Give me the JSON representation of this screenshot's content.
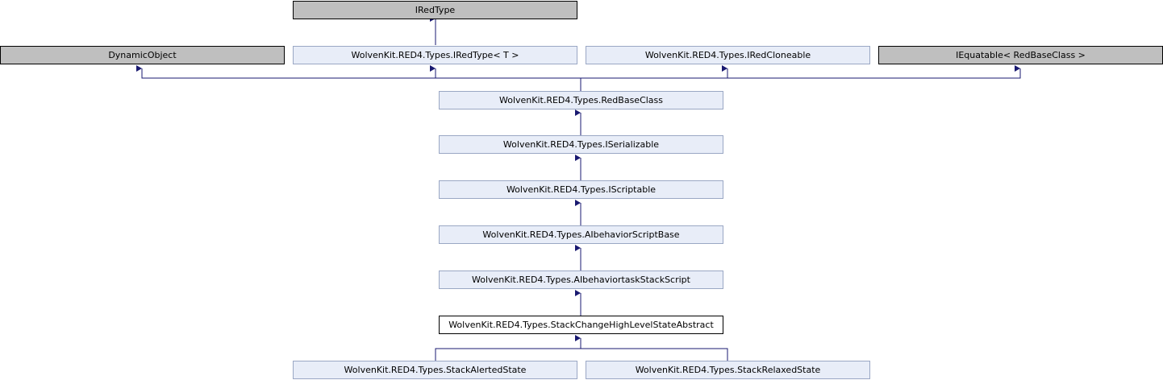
{
  "nodes": {
    "iredtype": "IRedType",
    "dynamic_object": "DynamicObject",
    "iredtype_generic": "WolvenKit.RED4.Types.IRedType< T >",
    "iredcloneable": "WolvenKit.RED4.Types.IRedCloneable",
    "iequatable": "IEquatable< RedBaseClass >",
    "redbaseclass": "WolvenKit.RED4.Types.RedBaseClass",
    "iserializable": "WolvenKit.RED4.Types.ISerializable",
    "iscriptable": "WolvenKit.RED4.Types.IScriptable",
    "aibehavior_script_base": "WolvenKit.RED4.Types.AIbehaviorScriptBase",
    "aibehaviortask_stack_script": "WolvenKit.RED4.Types.AIbehaviortaskStackScript",
    "stack_change": "WolvenKit.RED4.Types.StackChangeHighLevelStateAbstract",
    "stack_alerted": "WolvenKit.RED4.Types.StackAlertedState",
    "stack_relaxed": "WolvenKit.RED4.Types.StackRelaxedState"
  },
  "colors": {
    "class_fill": "#e8edf8",
    "class_border": "#9aa7c4",
    "external_fill": "#bfbfbf",
    "current_fill": "#ffffff",
    "edge": "#191970"
  }
}
